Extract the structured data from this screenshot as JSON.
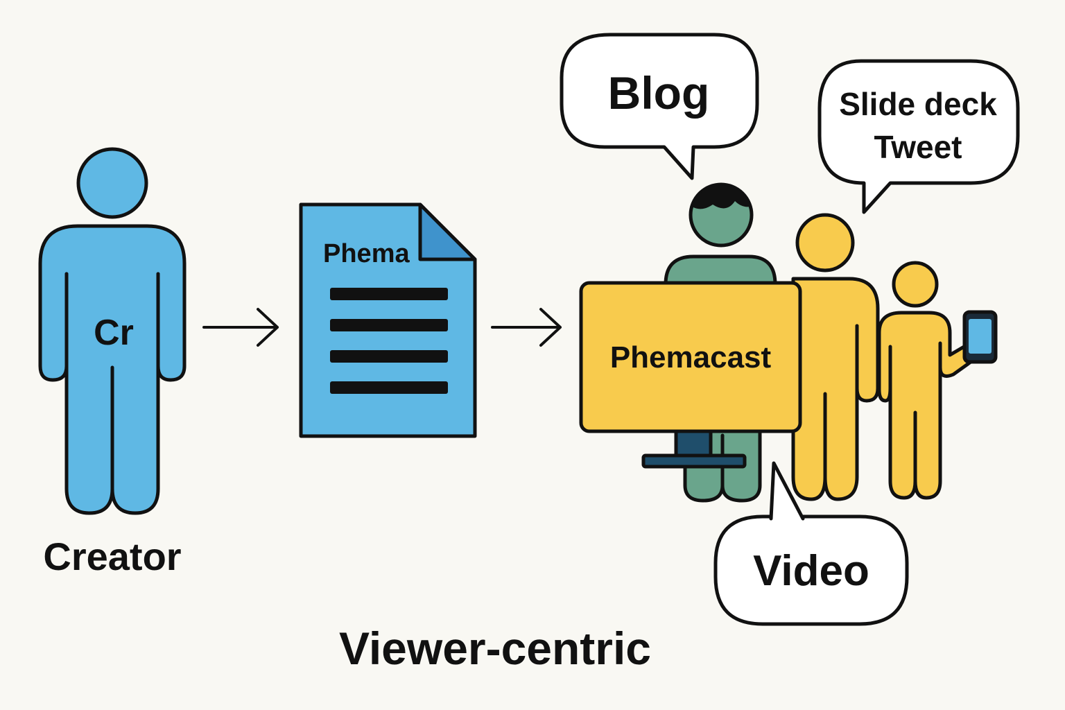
{
  "colors": {
    "background": "#f9f8f3",
    "creator": "#5fb8e4",
    "document": "#5fb8e4",
    "document_fold": "#3f93cc",
    "viewer_main": "#6aa58c",
    "viewer_hair": "#111111",
    "viewers_yellow": "#f8cb4d",
    "screen": "#f8cb4d",
    "screen_stand": "#1f4e6b",
    "phone": "#5fb8e4",
    "outline": "#111111",
    "bubble": "#ffffff"
  },
  "creator": {
    "torso_text": "Cr",
    "label": "Creator"
  },
  "document": {
    "title": "Phema",
    "line_count": 4
  },
  "screen": {
    "label": "Phemacast"
  },
  "bubbles": {
    "blog": "Blog",
    "slides_line1": "Slide deck",
    "slides_line2": "Tweet",
    "video": "Video"
  },
  "footer": {
    "caption": "Viewer-centric"
  },
  "icons": [
    "creator-person-icon",
    "document-icon",
    "arrow-icon",
    "viewer-person-icon",
    "screen-icon",
    "phone-icon",
    "speech-bubble-icon"
  ]
}
